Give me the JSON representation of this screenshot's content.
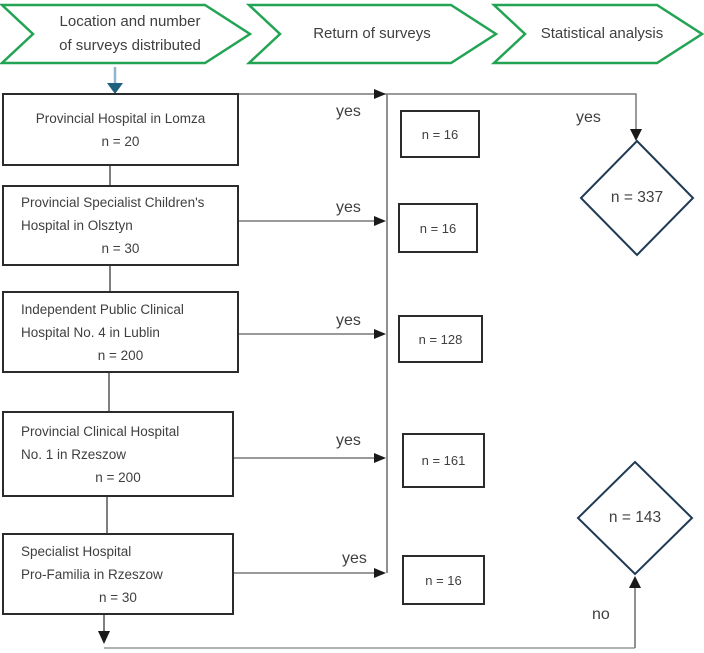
{
  "figure": {
    "steps": [
      {
        "line1": "Location and number",
        "line2": "of surveys distributed"
      },
      {
        "line1": "Return of surveys"
      },
      {
        "line1": "Statistical analysis"
      }
    ],
    "hospitals": [
      {
        "line1": "Provincial Hospital in Lomza",
        "n": "n = 20"
      },
      {
        "line1": "Provincial Specialist Children's",
        "line2": "Hospital in Olsztyn",
        "n": "n = 30"
      },
      {
        "line1": "Independent Public Clinical",
        "line2": "Hospital No. 4 in Lublin",
        "n": "n = 200"
      },
      {
        "line1": "Provincial Clinical Hospital",
        "line2": "No. 1 in Rzeszow",
        "n": "n = 200"
      },
      {
        "line1": "Specialist Hospital",
        "line2": "Pro-Familia in Rzeszow",
        "n": "n = 30"
      }
    ],
    "returns": [
      {
        "n": "n = 16"
      },
      {
        "n": "n = 16"
      },
      {
        "n": "n = 128"
      },
      {
        "n": "n = 161"
      },
      {
        "n": "n = 16"
      }
    ],
    "decisions": {
      "included": "n = 337",
      "excluded": "n = 143"
    },
    "edge_labels": {
      "yes": "yes",
      "no": "no"
    },
    "colors": {
      "chevron_green": "#23a455",
      "diamond_navy": "#1f3a54",
      "box_border": "#2b2b2b",
      "arrow_gray": "#787878",
      "arrowhead_black": "#1a1a1a",
      "start_arrow_blue": "#20607f"
    }
  }
}
